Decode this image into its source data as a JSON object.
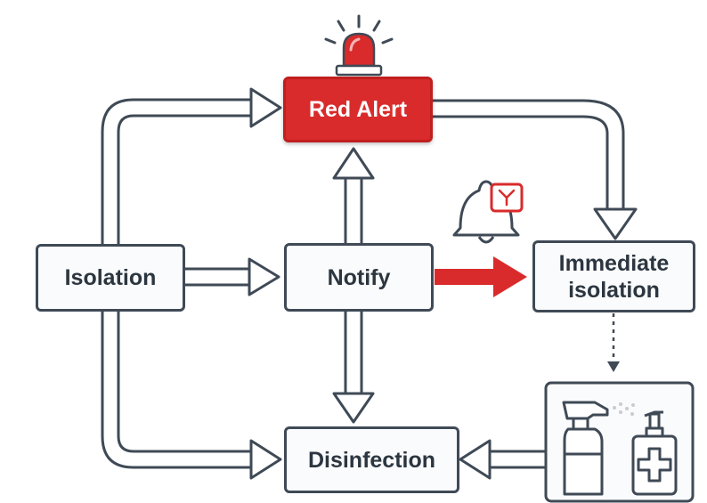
{
  "colors": {
    "alert": "#d92b2b",
    "stroke": "#3f4a56",
    "box_fill": "#fafbfc"
  },
  "nodes": {
    "red_alert": "Red Alert",
    "isolation": "Isolation",
    "notify": "Notify",
    "immediate_isolation": "Immediate\nisolation",
    "disinfection": "Disinfection"
  },
  "icons": [
    "siren-icon",
    "bell-icon",
    "spray-bottle-icon",
    "sanitizer-bottle-icon"
  ]
}
